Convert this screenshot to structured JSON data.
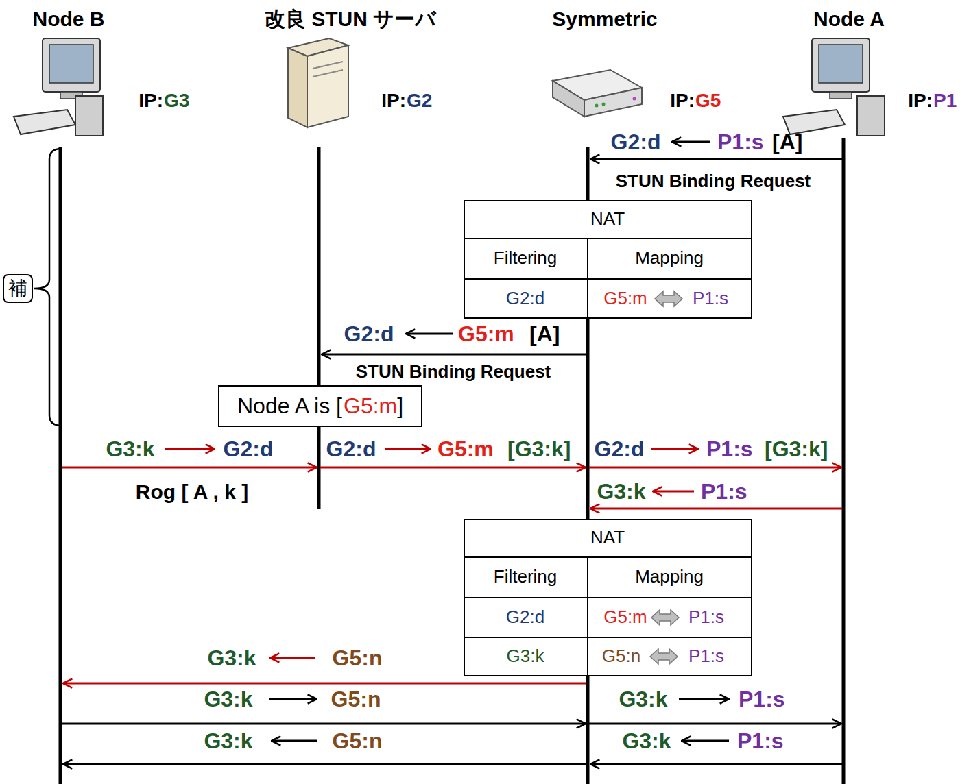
{
  "diagram": {
    "nodes": [
      {
        "text": [
          "NAT",
          "Filtering",
          "Mapping",
          "G2:d",
          "G5:m",
          "P1:s"
        ]
      },
      {
        "text": [
          "補"
        ]
      },
      {
        "text": [
          "Node A is [",
          "G5:m",
          "]"
        ]
      },
      {
        "text": [
          "NAT",
          "Filtering",
          "Mapping",
          "G2:d",
          "G5:m",
          "P1:s",
          "G3:k",
          "G5:n",
          "P1:s"
        ]
      }
    ],
    "labels": [
      "Node B",
      "改良 STUN サーバ",
      "Symmetric",
      "Node A",
      "IP:",
      "G3",
      "IP:",
      "G2",
      "IP:",
      "G5",
      "IP:",
      "P1",
      "G2:d",
      "P1:s",
      "[A]",
      "STUN Binding Request",
      "G2:d",
      "G5:m",
      "[A]",
      "STUN Binding Request",
      "G3:k",
      "G2:d",
      "G2:d",
      "G5:m",
      "[G3:k]",
      "G2:d",
      "P1:s",
      "[G3:k]",
      "Rog [ A , k ]",
      "G3:k",
      "P1:s",
      "G3:k",
      "G5:n",
      "G3:k",
      "G5:n",
      "G3:k",
      "P1:s",
      "G3:k",
      "G5:n",
      "G3:k",
      "P1:s"
    ]
  }
}
